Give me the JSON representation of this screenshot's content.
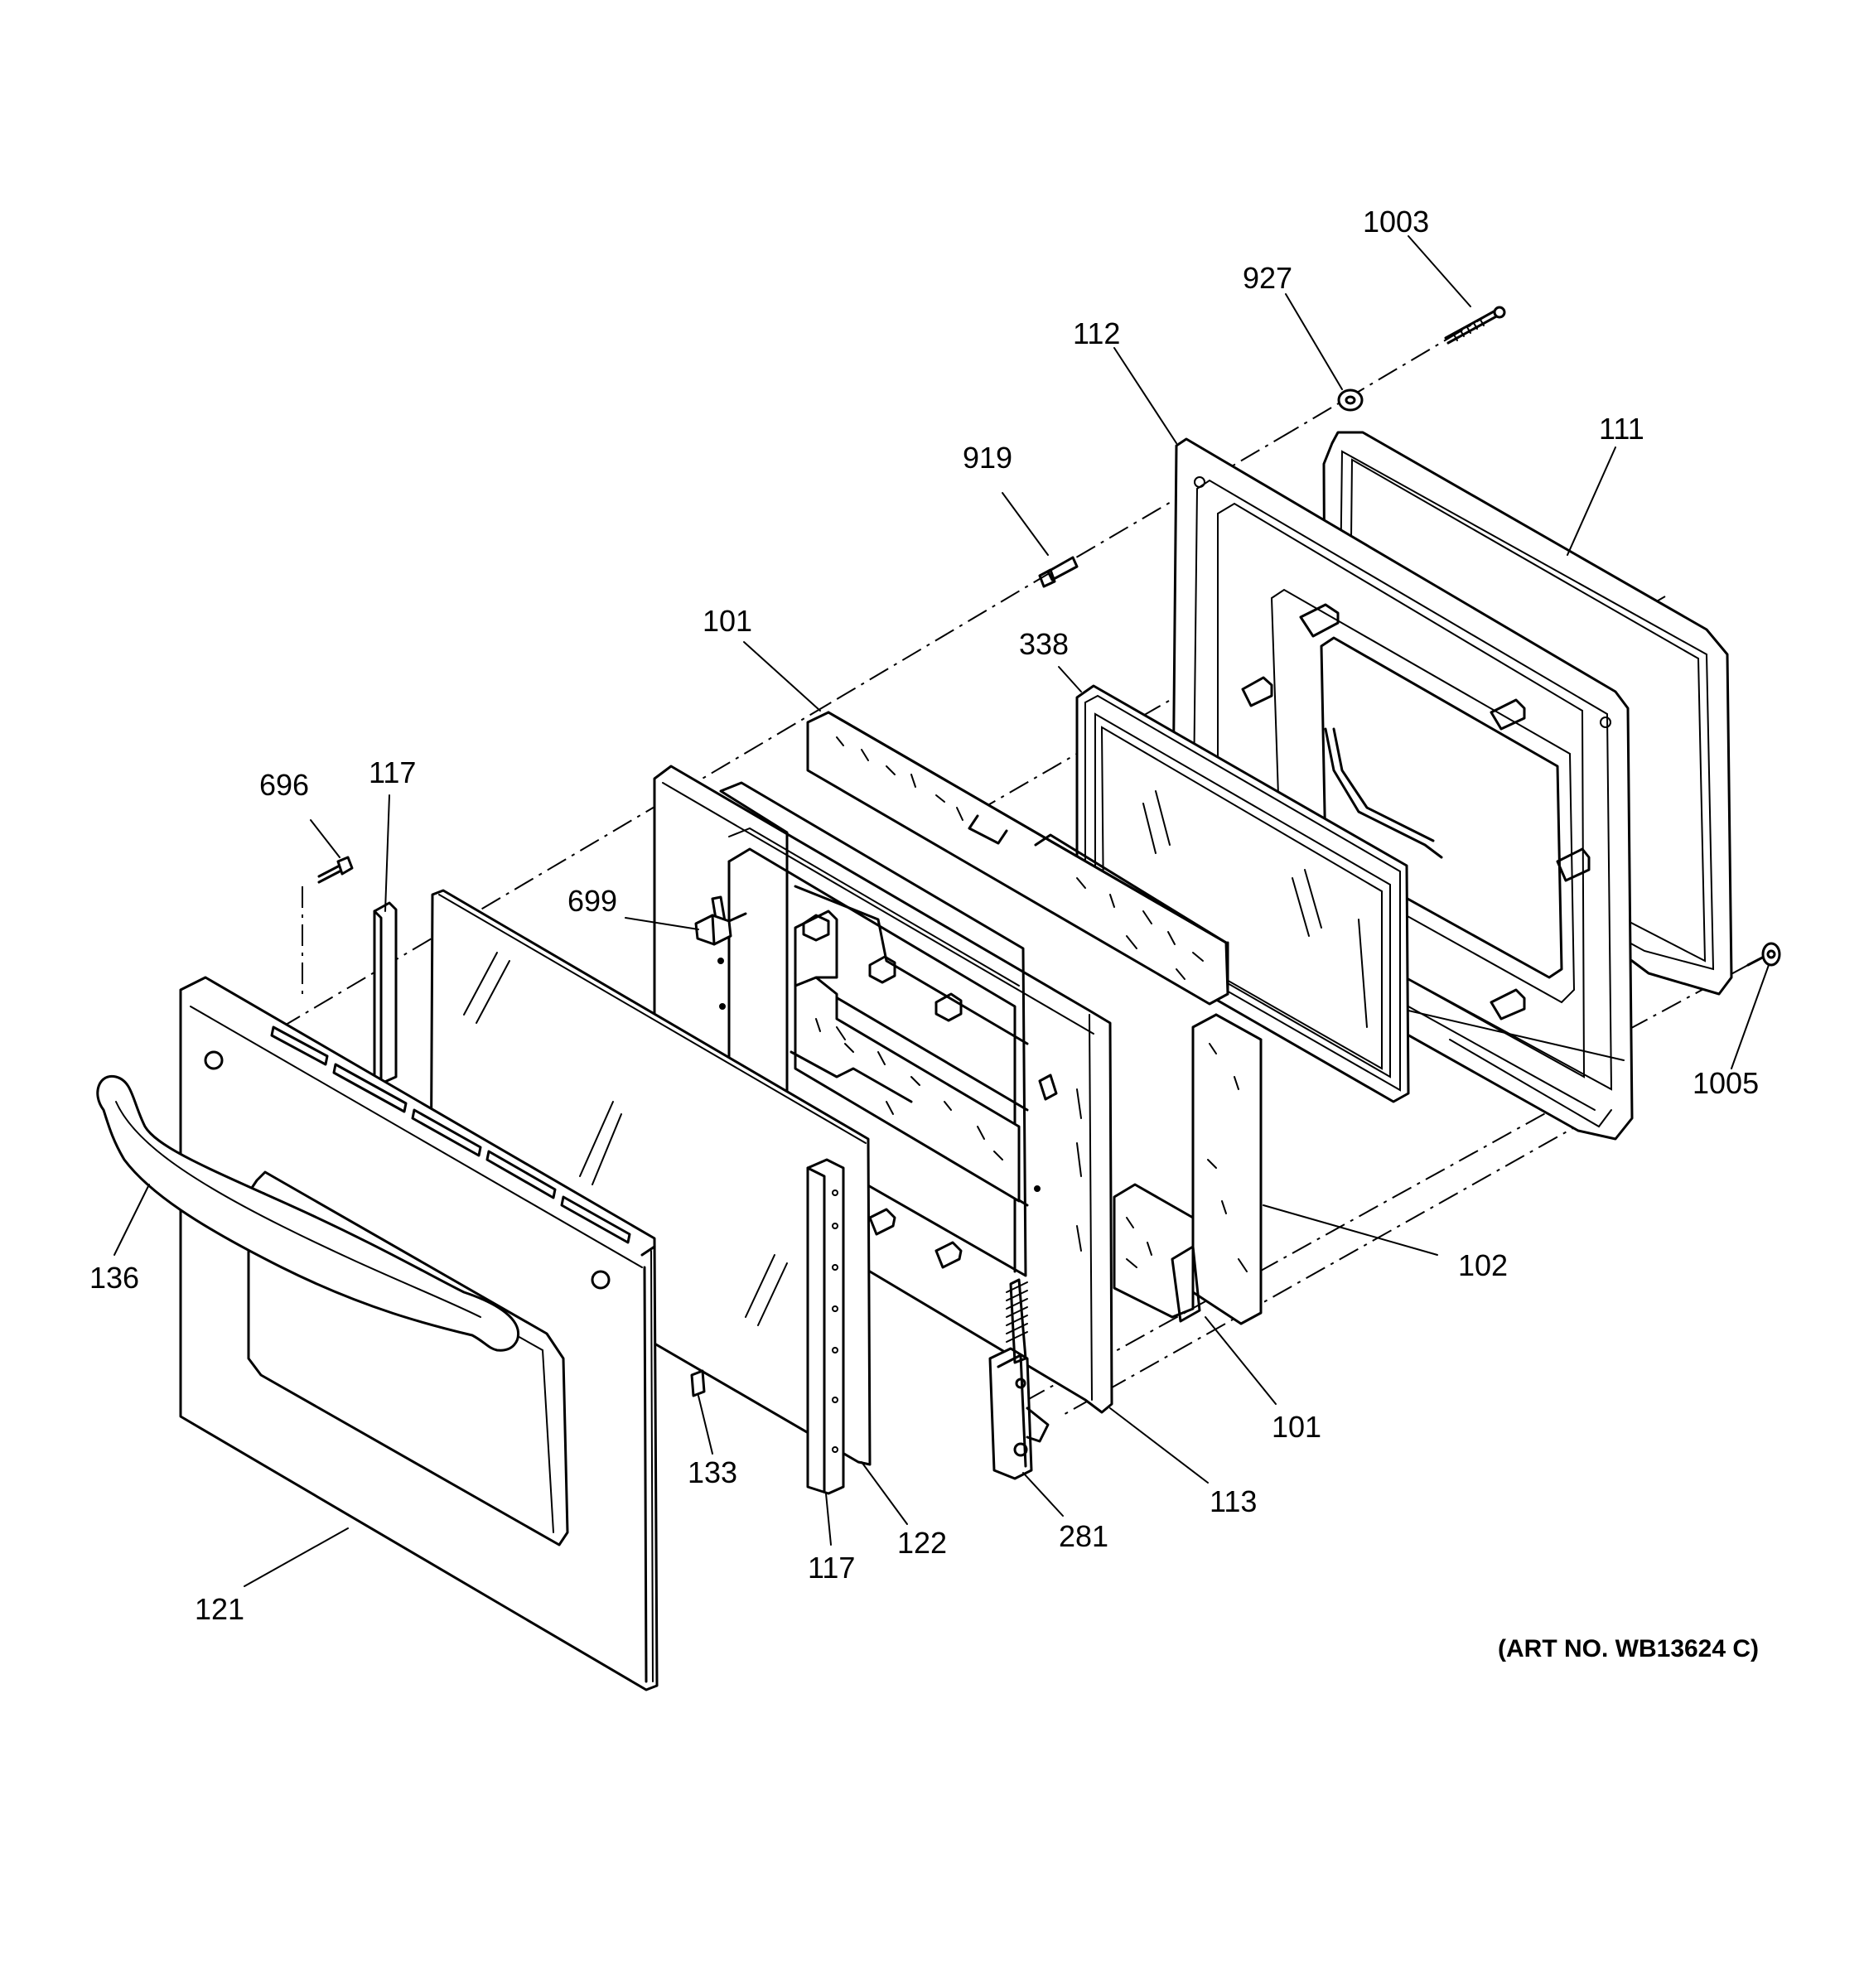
{
  "art_number": "(ART NO. WB13624 C)",
  "callouts": {
    "c1003": "1003",
    "c927": "927",
    "c112": "112",
    "c111": "111",
    "c919": "919",
    "c101_top": "101",
    "c338": "338",
    "c696": "696",
    "c117_top": "117",
    "c699": "699",
    "c1005": "1005",
    "c136": "136",
    "c102": "102",
    "c101_bottom": "101",
    "c133": "133",
    "c113": "113",
    "c122": "122",
    "c281": "281",
    "c117_bottom": "117",
    "c121": "121"
  }
}
